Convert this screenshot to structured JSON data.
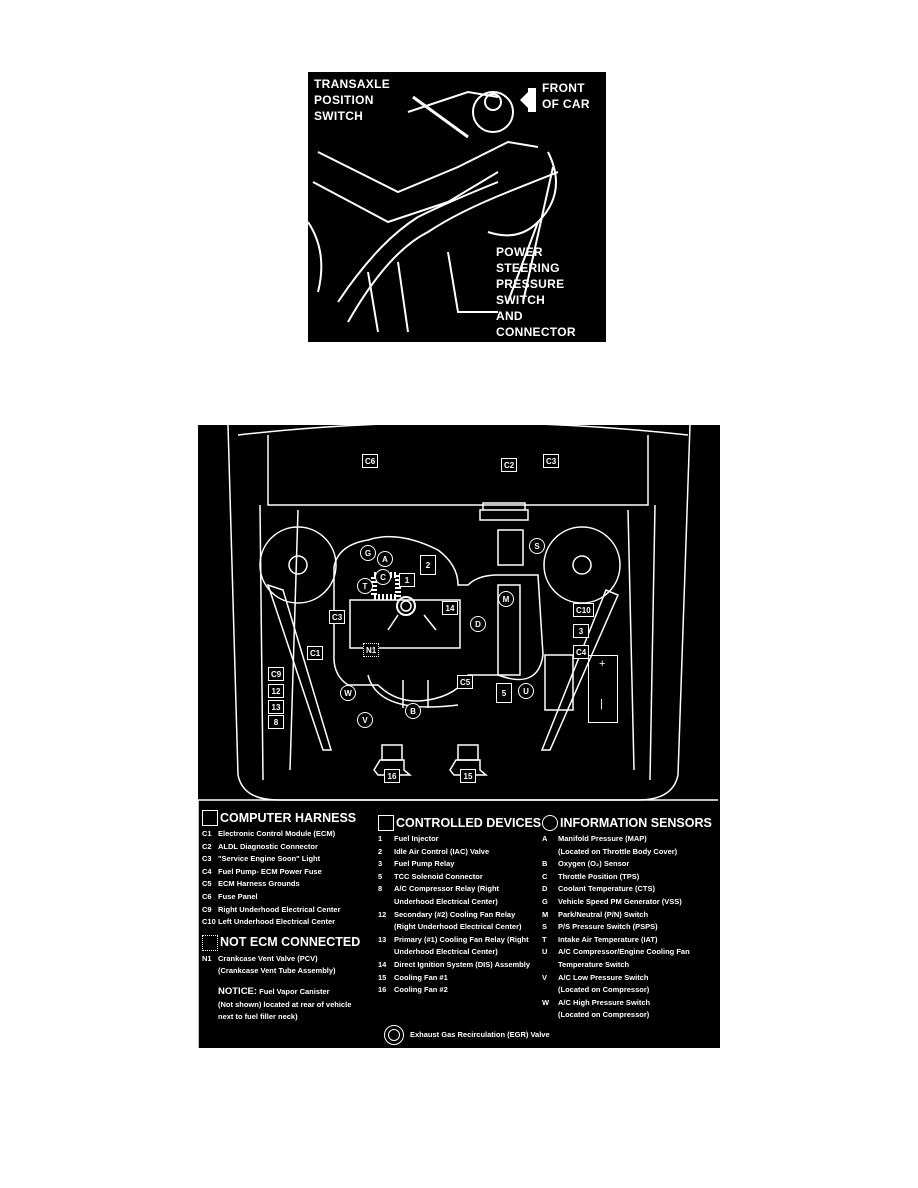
{
  "top_figure": {
    "callouts": {
      "transaxle": "TRANSAXLE\nPOSITION\nSWITCH",
      "front": "FRONT\nOF CAR",
      "power_steering": "POWER\nSTEERING\nPRESSURE\nSWITCH\nAND\nCONNECTOR"
    }
  },
  "diagram_labels": {
    "C6": "C6",
    "C2": "C2",
    "C3": "C3",
    "G": "G",
    "A": "A",
    "C": "C",
    "T": "T",
    "1": "1",
    "2": "2",
    "S": "S",
    "14": "14",
    "M": "M",
    "D": "D",
    "C10": "C10",
    "3": "3",
    "C4": "C4",
    "C3b": "C3",
    "C1": "C1",
    "N1": "N1",
    "C9": "C9",
    "12": "12",
    "13": "13",
    "8": "8",
    "W": "W",
    "V": "V",
    "B": "B",
    "C5": "C5",
    "5": "5",
    "U": "U",
    "16": "16",
    "15": "15",
    "battery_plus": "+",
    "battery_minus": "|"
  },
  "legend": {
    "computer_harness": {
      "title": "COMPUTER HARNESS",
      "items": [
        {
          "key": "C1",
          "text": "Electronic Control Module (ECM)"
        },
        {
          "key": "C2",
          "text": "ALDL Diagnostic Connector"
        },
        {
          "key": "C3",
          "text": "\"Service Engine Soon\" Light"
        },
        {
          "key": "C4",
          "text": "Fuel Pump- ECM Power Fuse"
        },
        {
          "key": "C5",
          "text": "ECM Harness Grounds"
        },
        {
          "key": "C6",
          "text": "Fuse Panel"
        },
        {
          "key": "C9",
          "text": "Right Underhood  Electrical Center"
        },
        {
          "key": "C10",
          "text": "Left Underhood Electrical Center"
        }
      ]
    },
    "not_ecm": {
      "title": "NOT ECM CONNECTED",
      "items": [
        {
          "key": "N1",
          "text": "Crankcase Vent Valve (PCV)",
          "sub": "(Crankcase Vent Tube Assembly)"
        }
      ],
      "notice_label": "NOTICE:",
      "notice_text": "Fuel Vapor Canister",
      "notice_lines": [
        "(Not shown) located at rear of vehicle",
        "next to fuel filler neck)"
      ]
    },
    "controlled_devices": {
      "title": "CONTROLLED DEVICES",
      "items": [
        {
          "key": "1",
          "text": "Fuel Injector"
        },
        {
          "key": "2",
          "text": "Idle Air Control (IAC) Valve"
        },
        {
          "key": "3",
          "text": "Fuel Pump Relay"
        },
        {
          "key": "5",
          "text": "TCC Solenoid Connector"
        },
        {
          "key": "8",
          "text": "A/C Compressor Relay (Right",
          "sub": "Underhood Electrical Center)"
        },
        {
          "key": "12",
          "text": "Secondary (#2) Cooling Fan Relay",
          "sub": "(Right  Underhood Electrical Center)"
        },
        {
          "key": "13",
          "text": "Primary (#1) Cooling Fan Relay (Right",
          "sub": "Underhood Electrical Center)"
        },
        {
          "key": "14",
          "text": "Direct Ignition System (DIS)  Assembly"
        },
        {
          "key": "15",
          "text": "Cooling Fan #1"
        },
        {
          "key": "16",
          "text": "Cooling Fan #2"
        }
      ]
    },
    "information_sensors": {
      "title": "INFORMATION SENSORS",
      "items": [
        {
          "key": "A",
          "text": "Manifold Pressure (MAP)",
          "sub": "(Located on Throttle Body Cover)"
        },
        {
          "key": "B",
          "text": "Oxygen (O₂) Sensor"
        },
        {
          "key": "C",
          "text": "Throttle Position (TPS)"
        },
        {
          "key": "D",
          "text": "Coolant Temperature (CTS)"
        },
        {
          "key": "G",
          "text": "Vehicle Speed PM Generator (VSS)"
        },
        {
          "key": "M",
          "text": "Park/Neutral (P/N) Switch"
        },
        {
          "key": "S",
          "text": "P/S Pressure Switch (PSPS)"
        },
        {
          "key": "T",
          "text": "Intake  Air Temperature (IAT)"
        },
        {
          "key": "U",
          "text": "A/C Compressor/Engine Cooling Fan",
          "sub": "Temperature Switch"
        },
        {
          "key": "V",
          "text": "A/C Low Pressure Switch",
          "sub": "(Located on Compressor)"
        },
        {
          "key": "W",
          "text": "A/C High Pressure Switch",
          "sub": "(Located on Compressor)"
        }
      ]
    },
    "egr": "Exhaust Gas Recirculation (EGR) Valve"
  }
}
